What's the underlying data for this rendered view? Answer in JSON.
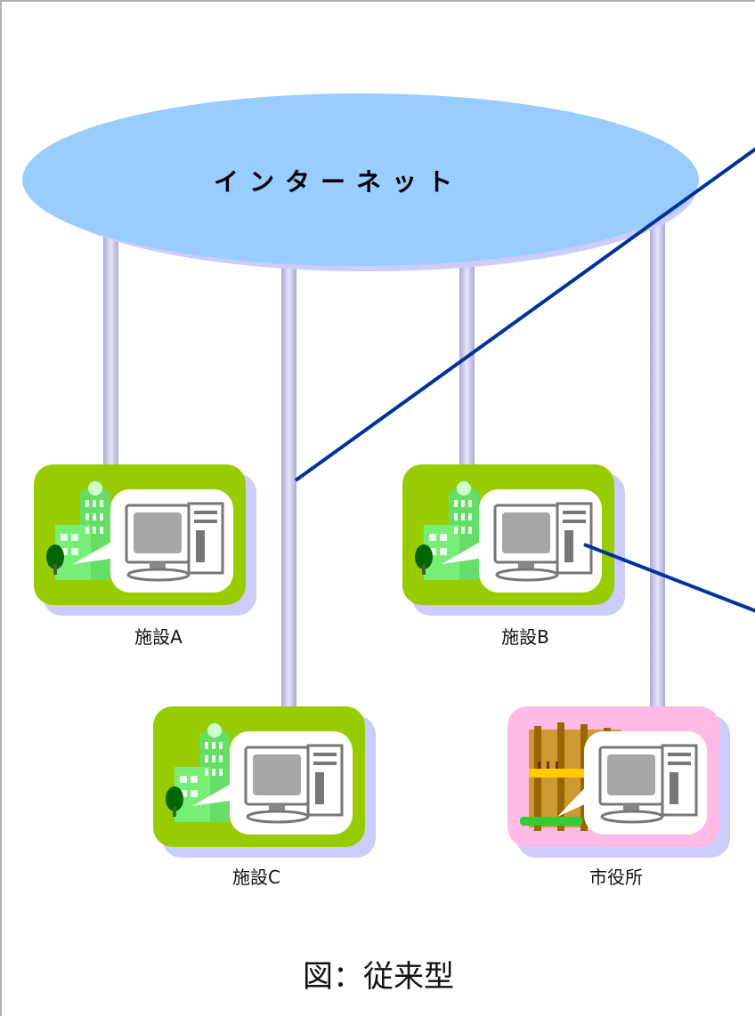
{
  "network": {
    "label": "インターネット"
  },
  "sites": [
    {
      "id": "a",
      "label": "施設A",
      "type": "facility"
    },
    {
      "id": "b",
      "label": "施設B",
      "type": "facility"
    },
    {
      "id": "c",
      "label": "施設C",
      "type": "facility"
    },
    {
      "id": "city",
      "label": "市役所",
      "type": "city-hall"
    }
  ],
  "caption": "図：従来型",
  "colors": {
    "cloud": "#99ccff",
    "cloud_shadow": "#ccccff",
    "facility_bg": "#99cc00",
    "city_bg": "#ffbbe6",
    "pipe": "#c8c8e8",
    "connector_line": "#003399",
    "border": "#b3b3b3"
  }
}
